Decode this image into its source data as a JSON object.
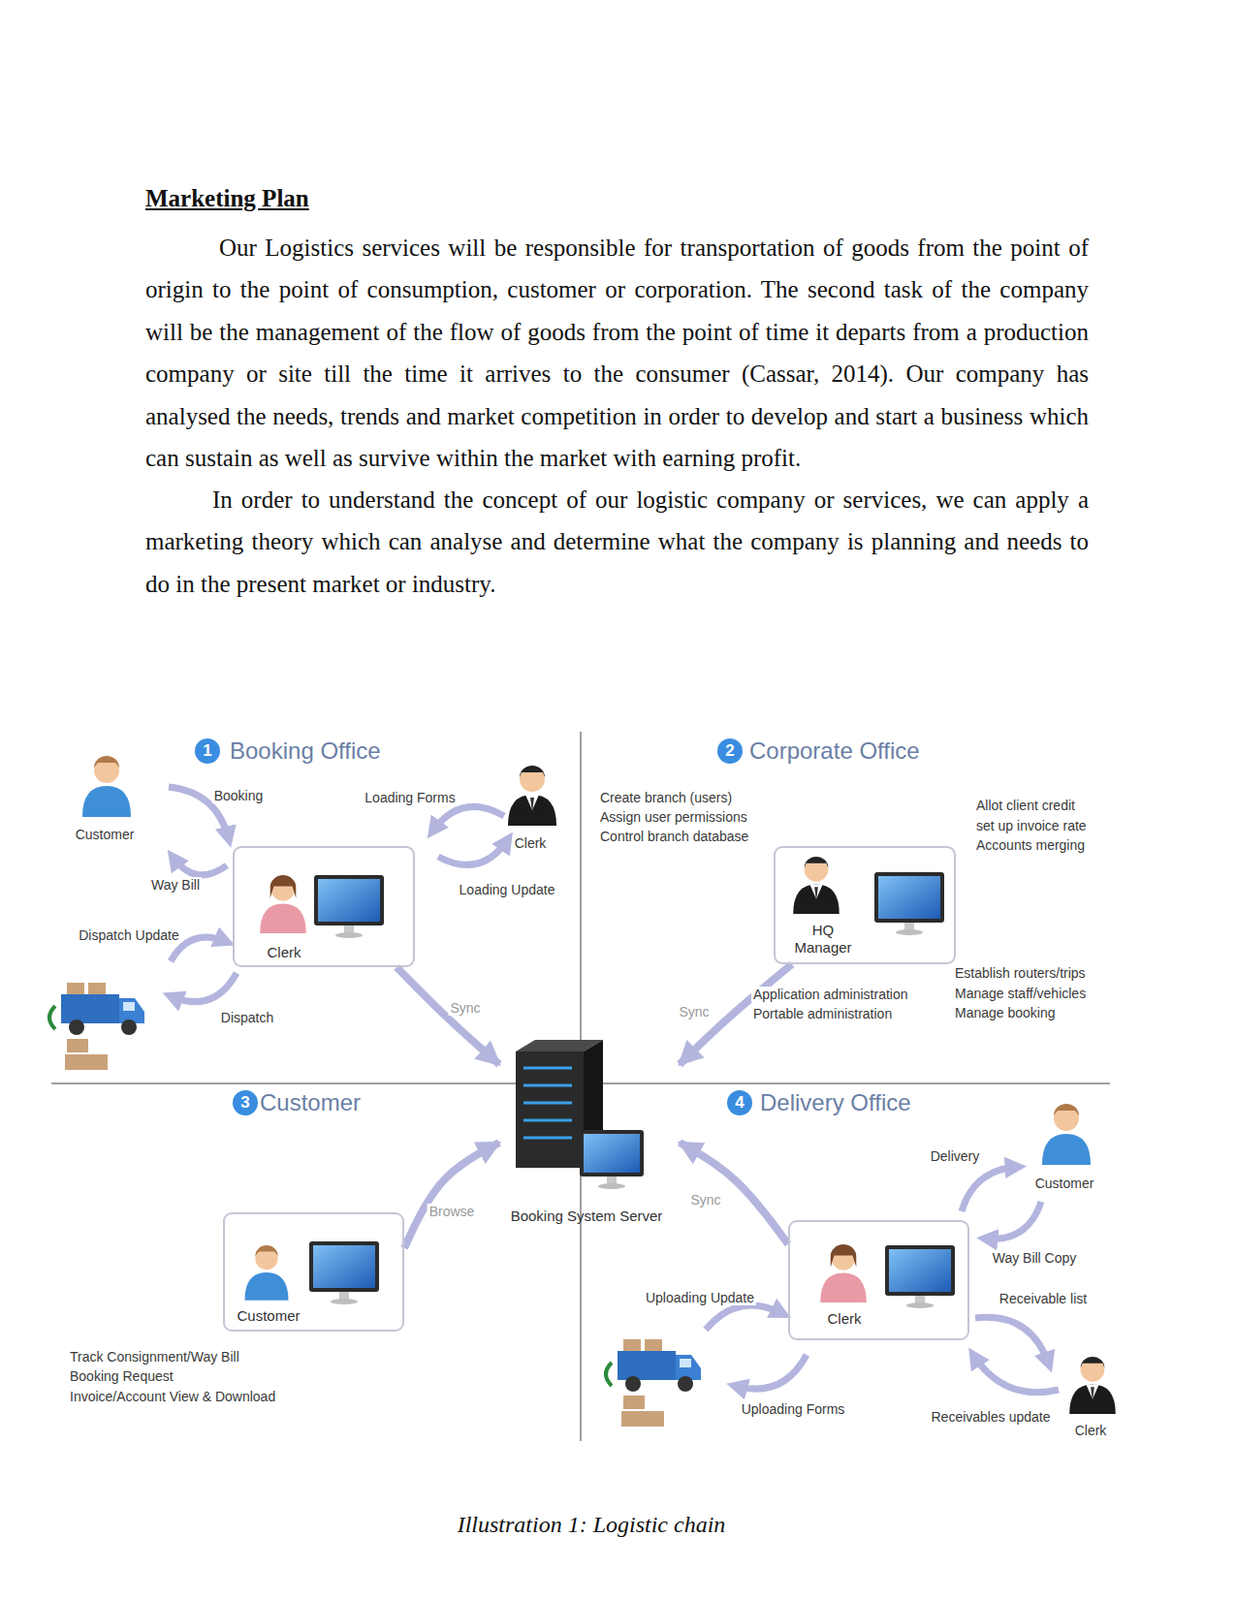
{
  "diagram": {
    "title": "Marketing Plan",
    "caption": "Illustration 1: Logistic chain",
    "nodes": [
      {
        "text": [
          "Clerk"
        ]
      },
      {
        "text": [
          "HQ Manager"
        ]
      },
      {
        "text": [
          "Customer"
        ]
      },
      {
        "text": [
          "Clerk"
        ]
      },
      {
        "text": [
          "Booking System Server"
        ]
      }
    ],
    "edges": [
      {
        "from": 0,
        "to": 4,
        "arrow": "to",
        "label": "Sync"
      },
      {
        "from": 1,
        "to": 4,
        "arrow": "to",
        "label": "Sync"
      },
      {
        "from": 2,
        "to": 4,
        "arrow": "to",
        "label": "Browse"
      },
      {
        "from": 3,
        "to": 4,
        "arrow": "to",
        "label": "Sync"
      }
    ],
    "labels": [
      "Our Logistics services will be responsible for transportation of goods from the point of origin to the point of consumption, customer or corporation. The second task of the company will be the management of the flow of goods from the point of time it departs from a production company or site till the time it arrives to the consumer (Cassar, 2014). Our company has analysed the needs, trends and market competition in order to develop and start a business which can sustain as well as survive within the market with earning profit.",
      "In order to understand the concept of our logistic company or services, we can apply a marketing theory which can analyse and determine what the company is planning and needs to do in the present market or industry.",
      "1",
      "Booking Office",
      "Customer",
      "Booking",
      "Loading Forms",
      "Clerk",
      "Way Bill",
      "Loading Update",
      "Dispatch Update",
      "Dispatch",
      "2",
      "Corporate Office",
      "Create branch (users)",
      "Assign user permissions",
      "Control branch database",
      "Allot client credit",
      "set up invoice rate",
      "Accounts merging",
      "Application administration",
      "Portable administration",
      "Establish routers/trips",
      "Manage staff/vehicles",
      "Manage booking",
      "3",
      "Customer",
      "Track Consignment/Way Bill",
      "Booking Request",
      "Invoice/Account View & Download",
      "4",
      "Delivery Office",
      "Delivery",
      "Customer",
      "Way Bill Copy",
      "Receivable list",
      "Uploading Update",
      "Uploading Forms",
      "Receivables update",
      "Clerk"
    ]
  }
}
